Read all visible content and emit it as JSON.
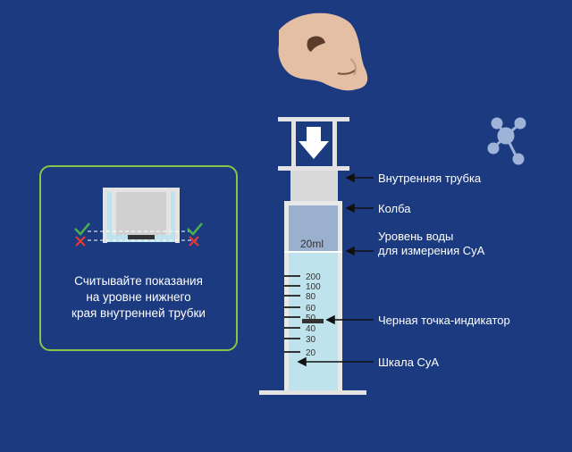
{
  "labels": {
    "inner_tube": "Внутренняя трубка",
    "flask": "Колба",
    "water_level": "Уровень воды\nдля измерения CyA",
    "indicator": "Черная точка-индикатор",
    "scale": "Шкала  CyA",
    "volume": "20ml"
  },
  "tip": {
    "text": "Считывайте показания\nна уровне нижнего\nкрая внутренней трубки"
  },
  "scale_ticks": [
    "200",
    "100",
    "80",
    "60",
    "50",
    "40",
    "30",
    "20"
  ],
  "icons": [
    "nose-icon",
    "down-arrow-icon",
    "molecule-icon",
    "check-icon",
    "cross-icon"
  ],
  "colors": {
    "background": "#1c3a7f",
    "water": "#bfe3ec",
    "tube": "#e0e0e0",
    "tip_border": "#8bc34a",
    "check": "#4caf50",
    "cross": "#e53935"
  }
}
